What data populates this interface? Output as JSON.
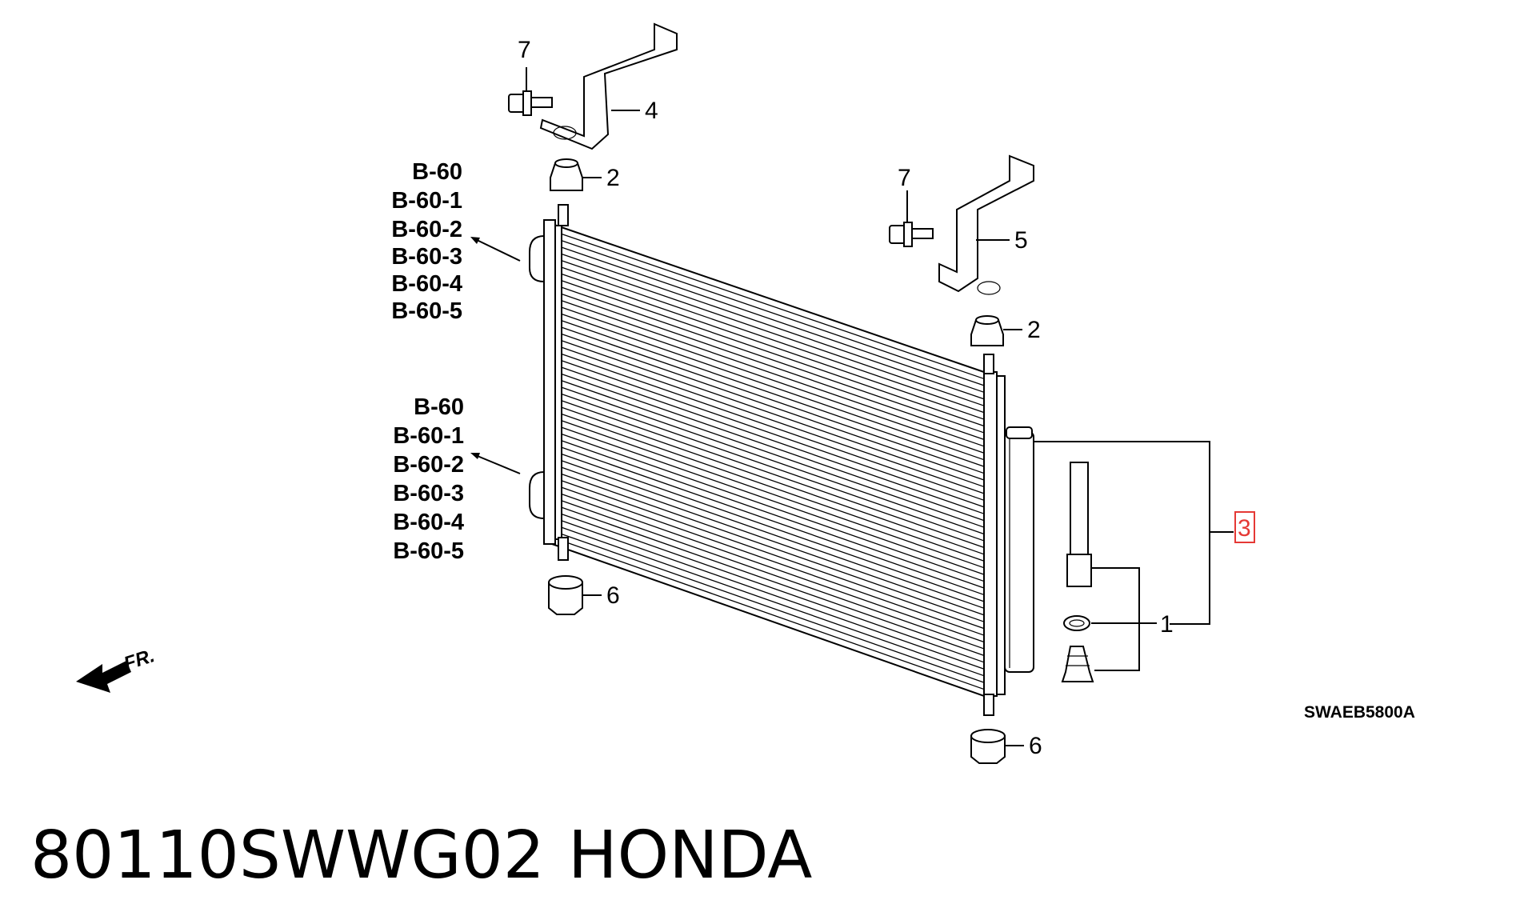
{
  "diagram": {
    "callouts": [
      {
        "id": "c7a",
        "label": "7"
      },
      {
        "id": "c4",
        "label": "4"
      },
      {
        "id": "c2a",
        "label": "2"
      },
      {
        "id": "c7b",
        "label": "7"
      },
      {
        "id": "c5",
        "label": "5"
      },
      {
        "id": "c2b",
        "label": "2"
      },
      {
        "id": "c3",
        "label": "3",
        "highlight_color": "#e53935"
      },
      {
        "id": "c1",
        "label": "1"
      },
      {
        "id": "c6a",
        "label": "6"
      },
      {
        "id": "c6b",
        "label": "6"
      }
    ],
    "ref_group_upper": [
      "B-60",
      "B-60-1",
      "B-60-2",
      "B-60-3",
      "B-60-4",
      "B-60-5"
    ],
    "ref_group_lower": [
      "B-60",
      "B-60-1",
      "B-60-2",
      "B-60-3",
      "B-60-4",
      "B-60-5"
    ],
    "front_indicator": "FR.",
    "diagram_code": "SWAEB5800A"
  },
  "footer": {
    "part_number": "80110SWWG02",
    "brand": "HONDA"
  }
}
